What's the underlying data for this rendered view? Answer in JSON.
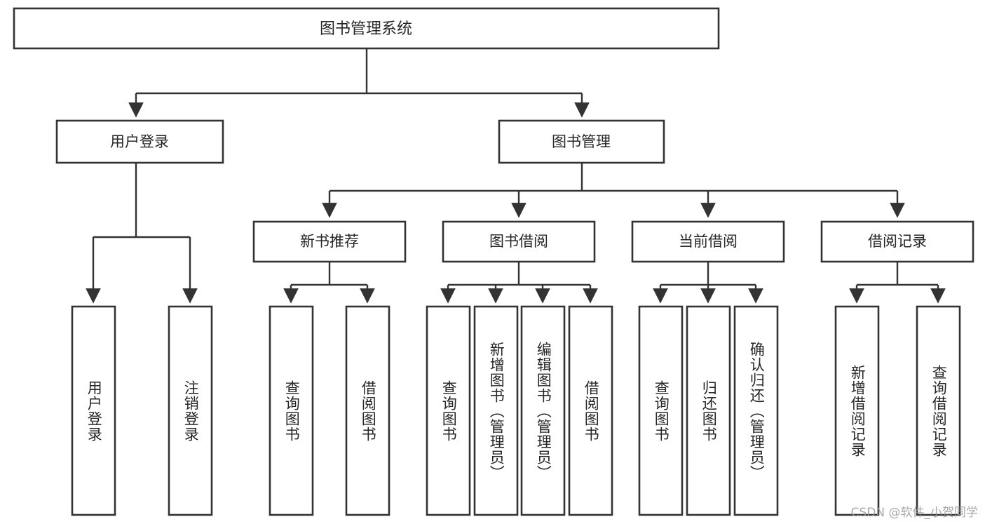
{
  "diagram": {
    "type": "tree-hierarchy",
    "title": "图书管理系统",
    "root": {
      "id": "root",
      "label": "图书管理系统"
    },
    "level2": [
      {
        "id": "user-login",
        "label": "用户登录"
      },
      {
        "id": "book-manage",
        "label": "图书管理"
      }
    ],
    "level3": [
      {
        "id": "new-book-recommend",
        "label": "新书推荐",
        "parent": "book-manage"
      },
      {
        "id": "book-borrow",
        "label": "图书借阅",
        "parent": "book-manage"
      },
      {
        "id": "current-borrow",
        "label": "当前借阅",
        "parent": "book-manage"
      },
      {
        "id": "borrow-record",
        "label": "借阅记录",
        "parent": "book-manage"
      }
    ],
    "leaves": {
      "user-login": [
        {
          "id": "leaf-user-login",
          "label": "用户登录"
        },
        {
          "id": "leaf-user-logout",
          "label": "注销登录"
        }
      ],
      "new-book-recommend": [
        {
          "id": "leaf-query-book-1",
          "label": "查询图书"
        },
        {
          "id": "leaf-borrow-book-1",
          "label": "借阅图书"
        }
      ],
      "book-borrow": [
        {
          "id": "leaf-query-book-2",
          "label": "查询图书"
        },
        {
          "id": "leaf-add-book",
          "label": "新增图书（管理员）"
        },
        {
          "id": "leaf-edit-book",
          "label": "编辑图书（管理员）"
        },
        {
          "id": "leaf-borrow-book-2",
          "label": "借阅图书"
        }
      ],
      "current-borrow": [
        {
          "id": "leaf-query-book-3",
          "label": "查询图书"
        },
        {
          "id": "leaf-return-book",
          "label": "归还图书"
        },
        {
          "id": "leaf-confirm-return",
          "label": "确认归还（管理员）"
        }
      ],
      "borrow-record": [
        {
          "id": "leaf-add-record",
          "label": "新增借阅记录"
        },
        {
          "id": "leaf-query-record",
          "label": "查询借阅记录"
        }
      ]
    },
    "colors": {
      "stroke": "#333333",
      "fill": "#ffffff",
      "text": "#262626",
      "watermark": "#9a9a9a"
    }
  },
  "watermark": {
    "text": "CSDN @软件_小贺同学"
  }
}
